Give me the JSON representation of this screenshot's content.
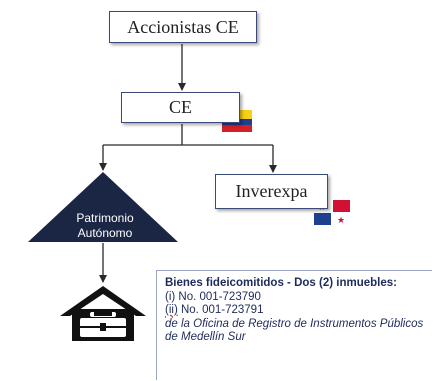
{
  "diagram": {
    "shareholders": {
      "label": "Accionistas CE"
    },
    "parent": {
      "label": "CE",
      "flag_colors": [
        "#f7d117",
        "#1f3f8f",
        "#d42027"
      ]
    },
    "subsidiary": {
      "label": "Inverexpa",
      "flag_colors": [
        "#ffffff",
        "#d21034",
        "#1f3f8f"
      ]
    },
    "trust": {
      "label_line1": "Patrimonio",
      "label_line2": "Autónomo",
      "fill": "#1b2644"
    },
    "assets_icon": "house-briefcase-icon",
    "info": {
      "title": "Bienes fideicomitidos - Dos (2) inmuebles:",
      "item1_prefix": "(i)",
      "item1_text": " No. 001-723790",
      "item2_prefix": "(ii)",
      "item2_text": " No. 001-723791",
      "source": "de la Oficina de Registro de Instrumentos Públicos de Medellín Sur"
    }
  }
}
